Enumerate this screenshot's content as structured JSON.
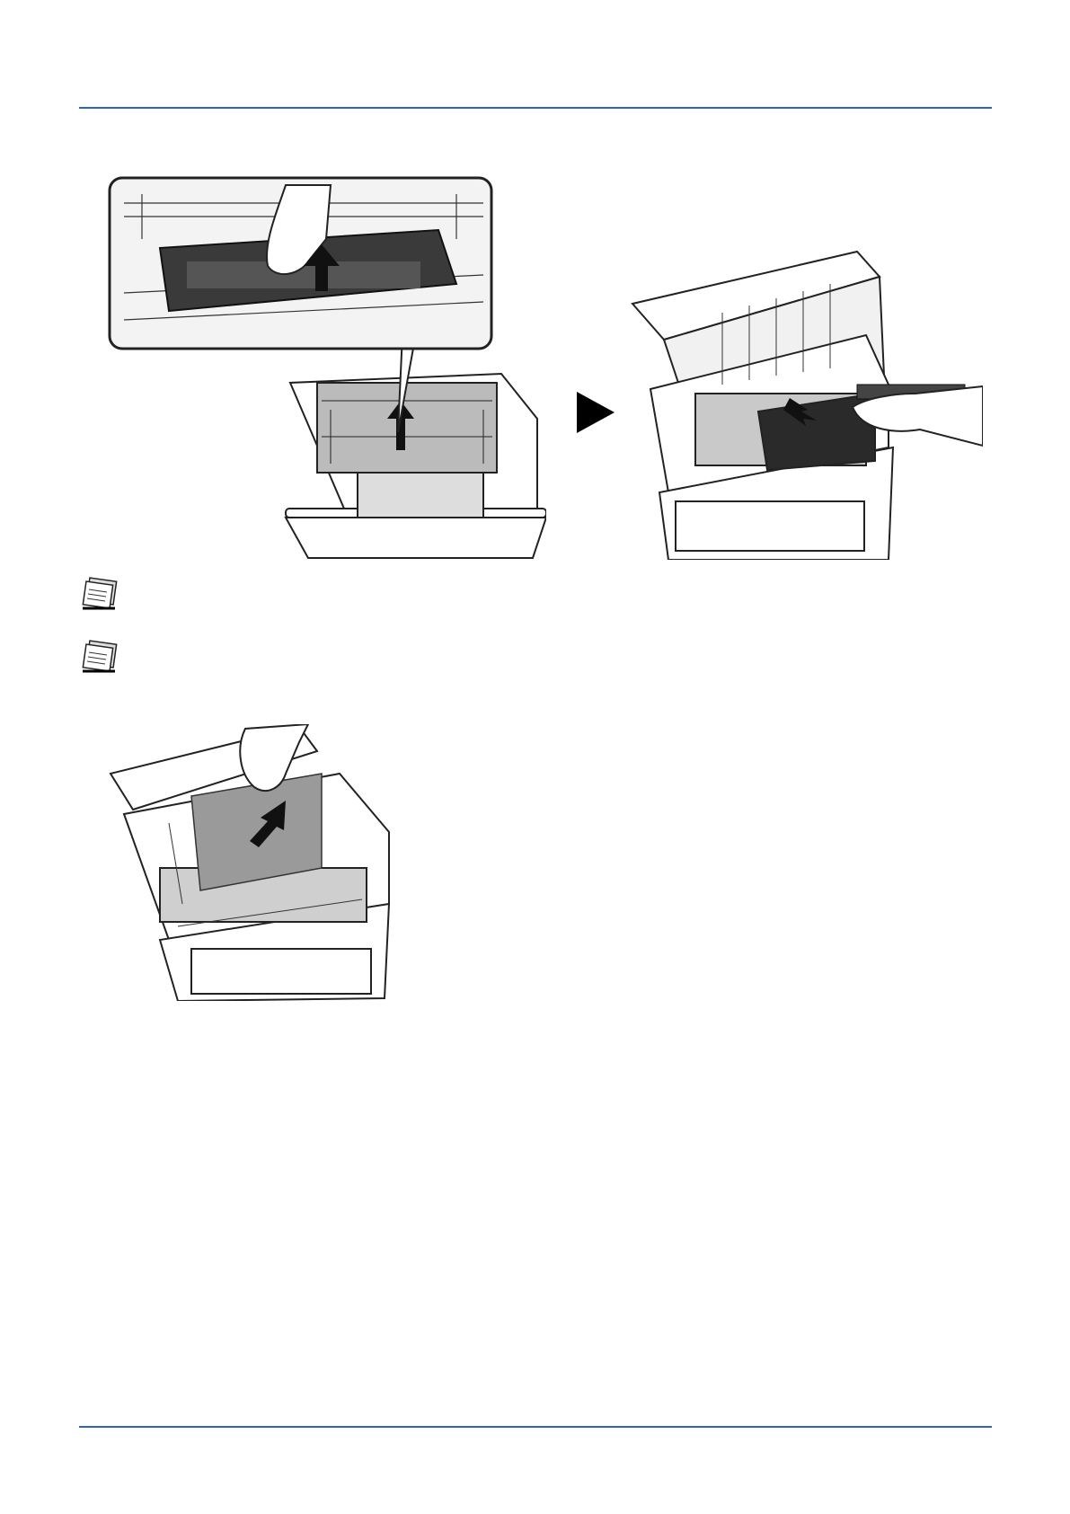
{
  "document": {
    "header_rule_color": "#2d63c8",
    "footer_rule_color": "#2d63c8"
  },
  "illustrations": [
    {
      "name": "remove-drum-unit-closeup",
      "icon": "printer-open-hand-lift-icon"
    },
    {
      "name": "next-step-arrow",
      "icon": "triangle-right-icon"
    },
    {
      "name": "drum-unit-removed",
      "icon": "printer-remove-drum-icon"
    },
    {
      "name": "remove-jammed-paper",
      "icon": "printer-paper-jam-icon"
    }
  ],
  "notes": [
    {
      "icon": "note-icon",
      "text": ""
    },
    {
      "icon": "note-icon",
      "text": ""
    }
  ]
}
